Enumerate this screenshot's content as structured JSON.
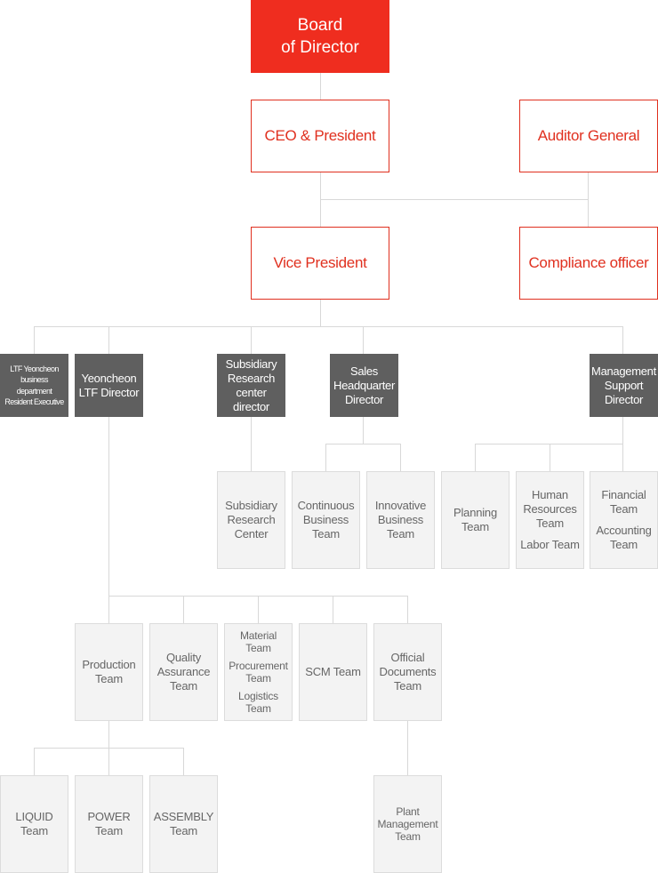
{
  "board": {
    "lines": [
      "Board",
      "of Director"
    ]
  },
  "executives": {
    "ceo": "CEO & President",
    "auditor": "Auditor General",
    "vp": "Vice President",
    "compliance": "Compliance officer"
  },
  "directors": {
    "ltf_resident": [
      "LTF Yeoncheon",
      "business",
      "department",
      "Resident Executive"
    ],
    "yeoncheon": [
      "Yeoncheon",
      "LTF Director"
    ],
    "research": [
      "Subsidiary",
      "Research",
      "center",
      "director"
    ],
    "sales": [
      "Sales",
      "Headquarter",
      "Director"
    ],
    "management": [
      "Management",
      "Support",
      "Director"
    ]
  },
  "teams": {
    "subsidiary_research": [
      "Subsidiary",
      "Research",
      "Center"
    ],
    "continuous_business": [
      "Continuous",
      "Business",
      "Team"
    ],
    "innovative_business": [
      "Innovative",
      "Business",
      "Team"
    ],
    "planning": [
      "Planning",
      "Team"
    ],
    "human_resources": [
      "Human",
      "Resources",
      "Team"
    ],
    "labor": "Labor Team",
    "financial": [
      "Financial",
      "Team"
    ],
    "accounting": [
      "Accounting",
      "Team"
    ],
    "production": [
      "Production",
      "Team"
    ],
    "quality": [
      "Quality",
      "Assurance",
      "Team"
    ],
    "material": [
      "Material",
      "Team"
    ],
    "procurement": [
      "Procurement",
      "Team"
    ],
    "logistics": [
      "Logistics",
      "Team"
    ],
    "scm": "SCM Team",
    "official_documents": [
      "Official",
      "Documents",
      "Team"
    ],
    "liquid": [
      "LIQUID",
      "Team"
    ],
    "power": [
      "POWER",
      "Team"
    ],
    "assembly": [
      "ASSEMBLY",
      "Team"
    ],
    "plant_management": [
      "Plant",
      "Management",
      "Team"
    ]
  },
  "colors": {
    "accent_red": "#ef2d1f",
    "director_gray": "#5f5f5f",
    "team_bg": "#f3f3f3",
    "line": "#d8d8d8"
  }
}
